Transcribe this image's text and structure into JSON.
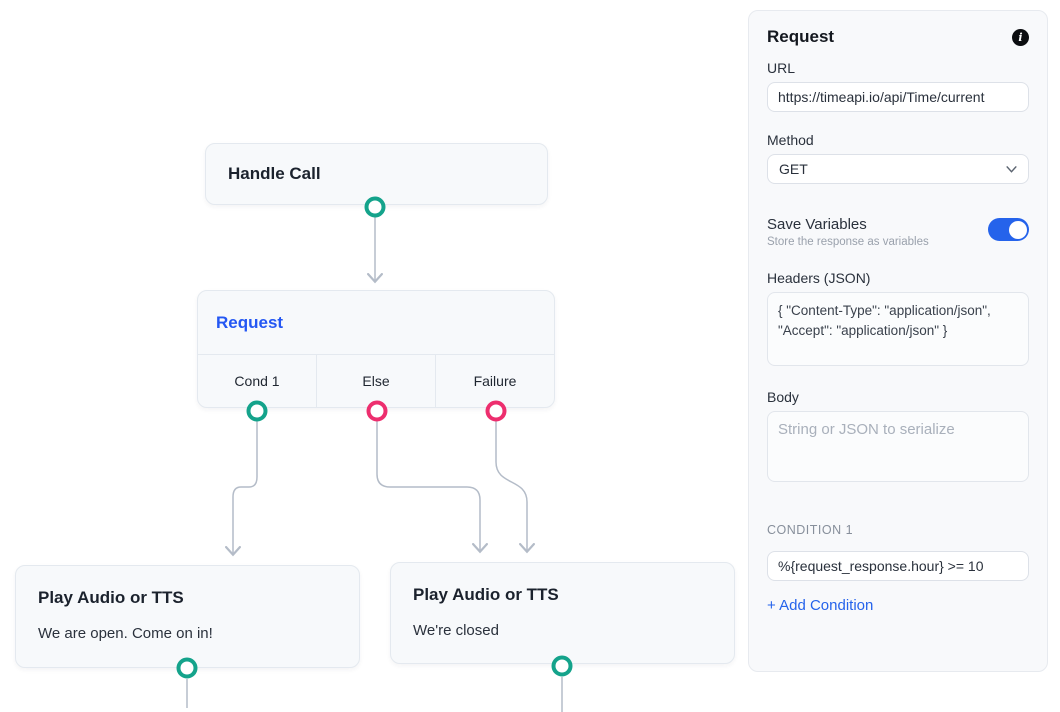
{
  "colors": {
    "accent_blue": "#2457f3",
    "toggle_blue": "#2563eb",
    "port_teal": "#14a38b",
    "port_pink": "#ed2e6e",
    "edge_gray": "#b4bcc8"
  },
  "flow": {
    "nodes": {
      "handle_call": {
        "title": "Handle Call"
      },
      "request": {
        "title": "Request",
        "outputs": [
          "Cond 1",
          "Else",
          "Failure"
        ]
      },
      "play_open": {
        "title": "Play Audio or TTS",
        "body": "We are open. Come on in!"
      },
      "play_closed": {
        "title": "Play Audio or TTS",
        "body": "We're closed"
      }
    }
  },
  "panel": {
    "title": "Request",
    "url": {
      "label": "URL",
      "value": "https://timeapi.io/api/Time/current"
    },
    "method": {
      "label": "Method",
      "value": "GET"
    },
    "save_variables": {
      "label": "Save Variables",
      "hint": "Store the response as variables",
      "enabled": true
    },
    "headers": {
      "label": "Headers (JSON)",
      "value": "{ \"Content-Type\": \"application/json\", \"Accept\": \"application/json\" }"
    },
    "body": {
      "label": "Body",
      "placeholder": "String or JSON to serialize"
    },
    "condition": {
      "label": "CONDITION 1",
      "value": "%{request_response.hour} >= 10"
    },
    "add_condition_label": "+ Add Condition"
  }
}
